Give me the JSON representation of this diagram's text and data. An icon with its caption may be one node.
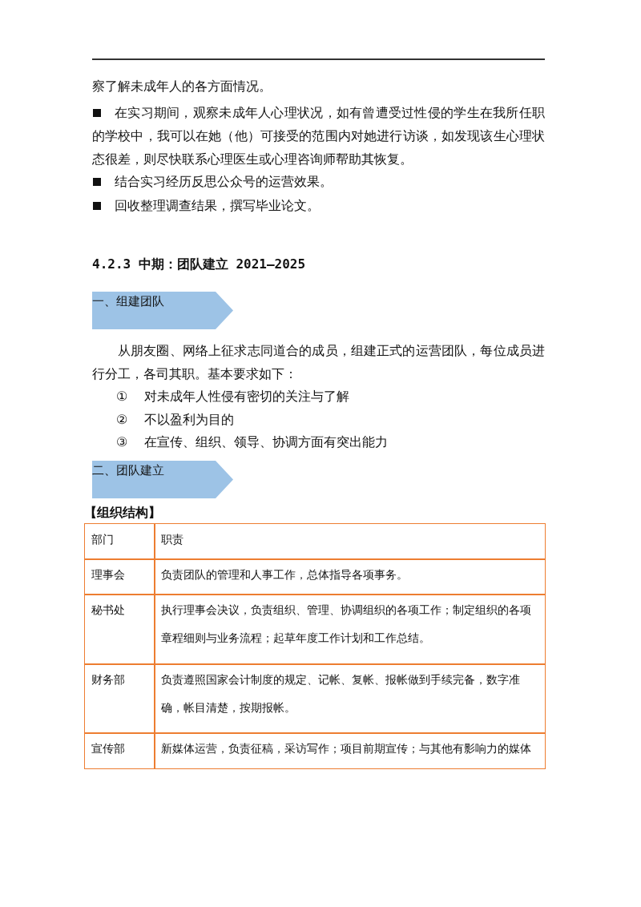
{
  "diagram": {
    "title": "4.2.3 中期：团队建立 2021—2025",
    "nodes": [
      {
        "text": [
          "一、组建团队"
        ]
      },
      {
        "text": [
          "二、团队建立"
        ]
      }
    ],
    "labels": [
      "察了解未成年人的各方面情况。",
      "在实习期间，观察未成年人心理状况，如有曾遭受过性侵的学生在我所任职的学校中，我可以在她（他）可接受的范围内对她进行访谈，如发现该生心理状态很差，则尽快联系心理医生或心理咨询师帮助其恢复。",
      "结合实习经历反思公众号的运营效果。",
      "回收整理调查结果，撰写毕业论文。",
      "从朋友圈、网络上征求志同道合的成员，组建正式的运营团队，每位成员进行分工，各司其职。基本要求如下：",
      "①",
      "对未成年人性侵有密切的关注与了解",
      "②",
      "不以盈利为目的",
      "③",
      "在宣传、组织、领导、协调方面有突出能力",
      "【组织结构】",
      "部门",
      "职责",
      "理事会",
      "负责团队的管理和人事工作，总体指导各项事务。",
      "秘书处",
      "执行理事会决议，负责组织、管理、协调组织的各项工作；制定组织的各项章程细则与业务流程；起草年度工作计划和工作总结。",
      "财务部",
      "负责遵照国家会计制度的规定、记帐、复帐、报帐做到手续完备，数字准确，帐目清楚，按期报帐。",
      "宣传部",
      "新媒体运营，负责征稿，采访写作；项目前期宣传；与其他有影响力的媒体"
    ]
  }
}
